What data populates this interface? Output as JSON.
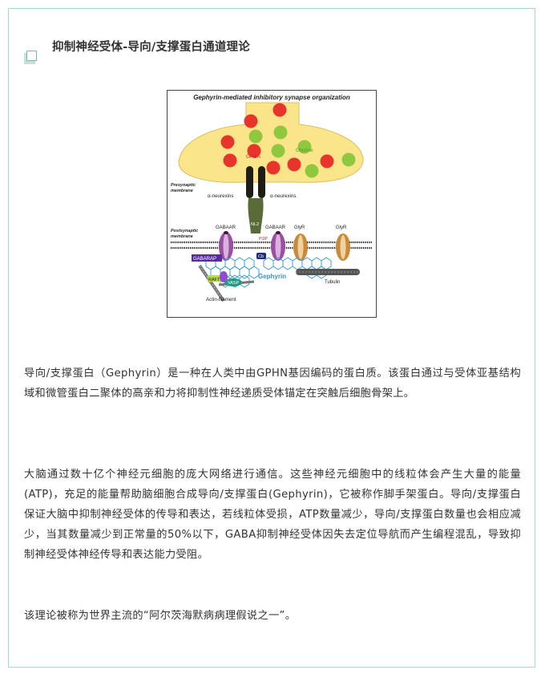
{
  "heading": "抑制神经受体-导向/支撑蛋白通道理论",
  "figure": {
    "title": "Gephyrin-mediated inhibitory synapse organization",
    "labels": {
      "gaba": "GABA",
      "glycine": "Glycine",
      "presynaptic": "Presynaptic membrane",
      "neurexin_left": "α-neurexins",
      "neurexin_right": "α-neurexins",
      "nl2": "NL2",
      "gabaar_left": "GABAAR",
      "gabaar_right": "GABAAR",
      "glyr_left": "GlyR",
      "glyr_right": "GlyR",
      "postsynaptic": "Postsynaptic membrane",
      "pi3p": "PI3P",
      "cb": "Cb",
      "gabarap": "GABARAP",
      "gephyrin": "Gephyrin",
      "raft1": "RAFT1",
      "vasp": "VASP",
      "tubulin": "Tubulin",
      "actin": "Actin-filament"
    },
    "colors": {
      "terminal": "#fbe58a",
      "vesicle_gaba": "#e8352b",
      "vesicle_glycine": "#8fc83e",
      "gabaar": "#9b4fa3",
      "glyr": "#c98a3a",
      "gephyrin": "#3aa0d8",
      "gabarap": "#5b2a9e",
      "vasp": "#1f9a82",
      "raft1": "#b8dc3a"
    }
  },
  "paragraphs": [
    "导向/支撑蛋白（Gephyrin）是一种在人类中由GPHN基因编码的蛋白质。该蛋白通过与受体亚基结构域和微管蛋白二聚体的高亲和力将抑制性神经递质受体锚定在突触后细胞骨架上。",
    "大脑通过数十亿个神经元细胞的庞大网络进行通信。这些神经元细胞中的线粒体会产生大量的能量(ATP)，充足的能量帮助脑细胞合成导向/支撑蛋白(Gephyrin)，它被称作脚手架蛋白。导向/支撑蛋白保证大脑中抑制神经受体的传导和表达，若线粒体受损，ATP数量减少，导向/支撑蛋白数量也会相应减少，当其数量减少到正常量的50%以下，GABA抑制神经受体因失去定位导航而产生编程混乱，导致抑制神经受体神经传导和表达能力受阻。",
    "该理论被称为世界主流的“阿尔茨海默病病理假说之一”。"
  ]
}
